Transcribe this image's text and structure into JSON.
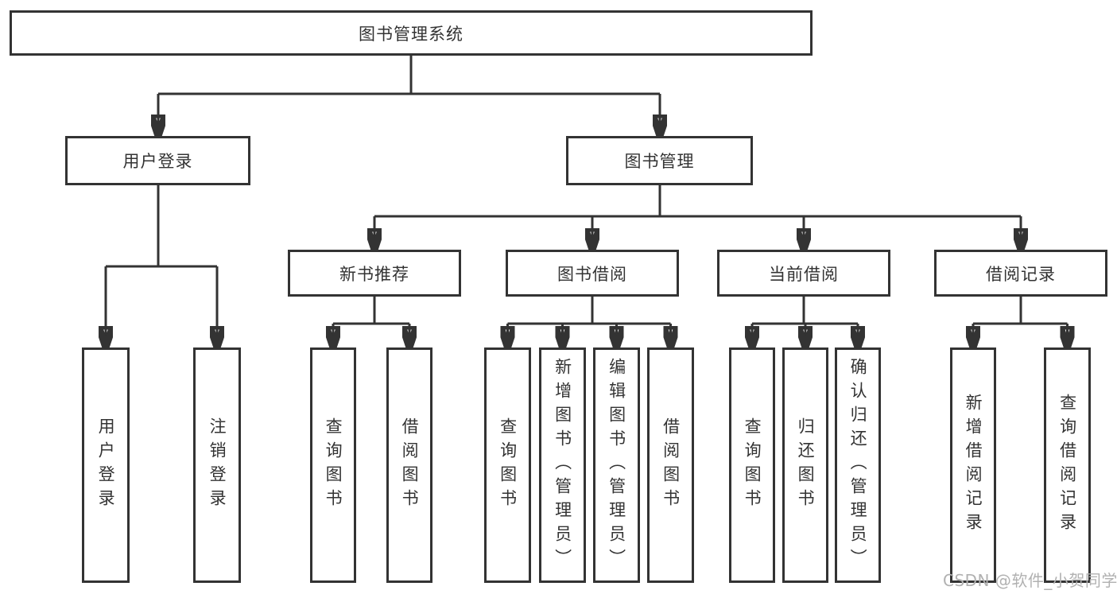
{
  "tree": {
    "label": "图书管理系统",
    "children": [
      {
        "label": "用户登录",
        "children": [
          {
            "label": "用户登录"
          },
          {
            "label": "注销登录"
          }
        ]
      },
      {
        "label": "图书管理",
        "children": [
          {
            "label": "新书推荐",
            "children": [
              {
                "label": "查询图书"
              },
              {
                "label": "借阅图书"
              }
            ]
          },
          {
            "label": "图书借阅",
            "children": [
              {
                "label": "查询图书"
              },
              {
                "label": "新增图书（管理员）"
              },
              {
                "label": "编辑图书（管理员）"
              },
              {
                "label": "借阅图书"
              }
            ]
          },
          {
            "label": "当前借阅",
            "children": [
              {
                "label": "查询图书"
              },
              {
                "label": "归还图书"
              },
              {
                "label": "确认归还（管理员）"
              }
            ]
          },
          {
            "label": "借阅记录",
            "children": [
              {
                "label": "新增借阅记录"
              },
              {
                "label": "查询借阅记录"
              }
            ]
          }
        ]
      }
    ]
  },
  "watermark": {
    "text": "CSDN @软件_小贺同学"
  },
  "colors": {
    "line": "#333333",
    "box_border": "#333333",
    "box_background": "#ffffff",
    "text": "#333333",
    "watermark": "#b1b1b1",
    "page_background": "#ffffff"
  }
}
